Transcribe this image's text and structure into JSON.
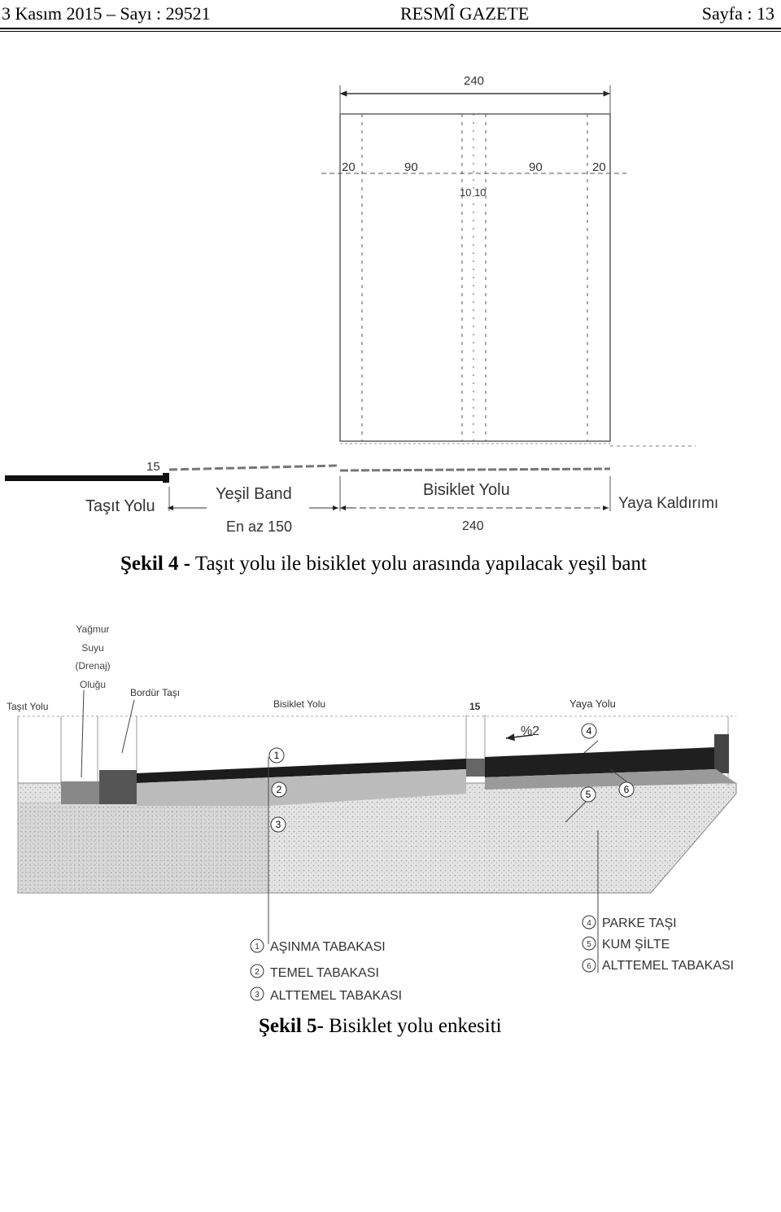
{
  "header": {
    "left": "3 Kasım 2015 – Sayı : 29521",
    "center": "RESMÎ GAZETE",
    "right": "Sayfa : 13"
  },
  "figure4": {
    "dims": {
      "total_top": "240",
      "d1": "20",
      "d2": "90",
      "d3": "10 10",
      "d4": "90",
      "d5": "20",
      "curb": "15",
      "bottom": "240"
    },
    "labels": {
      "tasit_yolu": "Taşıt Yolu",
      "yesil_band": "Yeşil Band",
      "en_az": "En az 150",
      "bisiklet_yolu": "Bisiklet Yolu",
      "yaya_kaldirimi": "Yaya Kaldırımı"
    },
    "caption_bold": "Şekil 4 -",
    "caption_text": " Taşıt yolu ile bisiklet yolu arasında yapılacak yeşil bant"
  },
  "figure5": {
    "labels": {
      "yagmur": [
        "Yağmur",
        "Suyu",
        "(Drenaj)",
        "Oluğu"
      ],
      "bordur": "Bordür Taşı",
      "tasit_yolu": "Taşıt Yolu",
      "bisiklet_yolu": "Bisiklet Yolu",
      "curb": "15",
      "yaya_yolu": "Yaya Yolu",
      "slope": "%2"
    },
    "markers": [
      "1",
      "2",
      "3",
      "4",
      "5",
      "6"
    ],
    "legend_left": [
      "AŞINMA TABAKASI",
      "TEMEL TABAKASI",
      "ALTTEMEL TABAKASI"
    ],
    "legend_right": [
      "PARKE TAŞI",
      "KUM ŞİLTE",
      "ALTTEMEL TABAKASI"
    ],
    "caption_bold": "Şekil 5-",
    "caption_text": " Bisiklet yolu enkesiti"
  },
  "colors": {
    "ink": "#000000",
    "fill_gray": "#d6d6d6",
    "dark": "#1a1a1a"
  }
}
